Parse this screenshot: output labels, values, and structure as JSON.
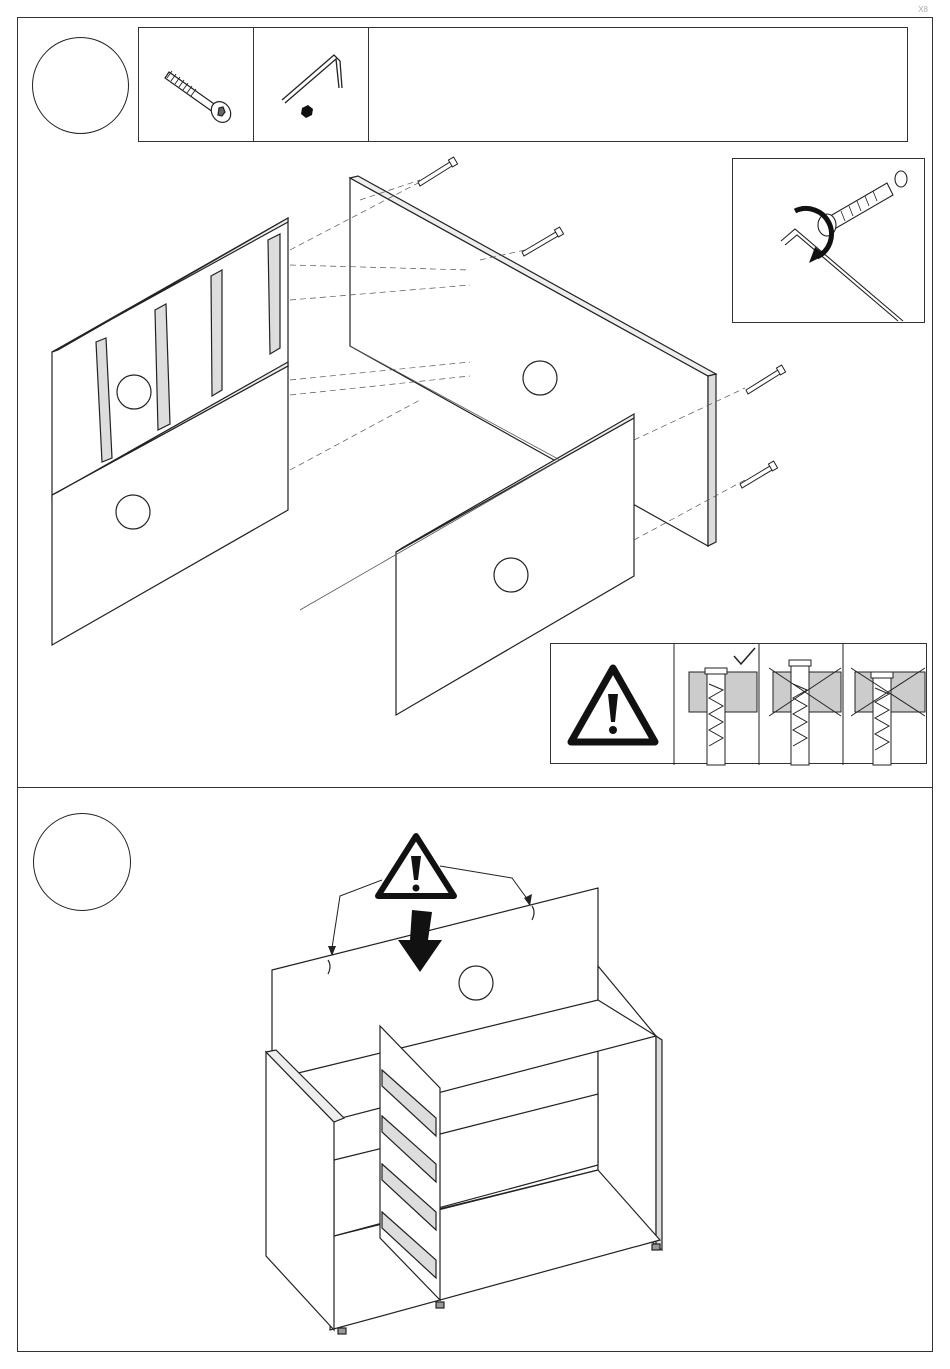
{
  "page": {
    "corner_mark": "X8"
  },
  "step_1": {
    "number": "",
    "parts": [
      {
        "icon": "long-screw-icon",
        "quantity": ""
      },
      {
        "icon": "allen-key-icon",
        "quantity": ""
      }
    ],
    "detail_icon": "screw-insert-rotate-icon",
    "warning": {
      "icon": "warning-triangle-icon",
      "checks": [
        {
          "icon": "check-mark-icon",
          "state": "correct"
        },
        {
          "icon": "cross-mark-icon",
          "state": "wrong"
        },
        {
          "icon": "cross-mark-icon",
          "state": "wrong"
        }
      ]
    }
  },
  "step_2": {
    "number": "",
    "warning_icon": "warning-triangle-icon",
    "arrow_icon": "down-arrow-icon"
  }
}
